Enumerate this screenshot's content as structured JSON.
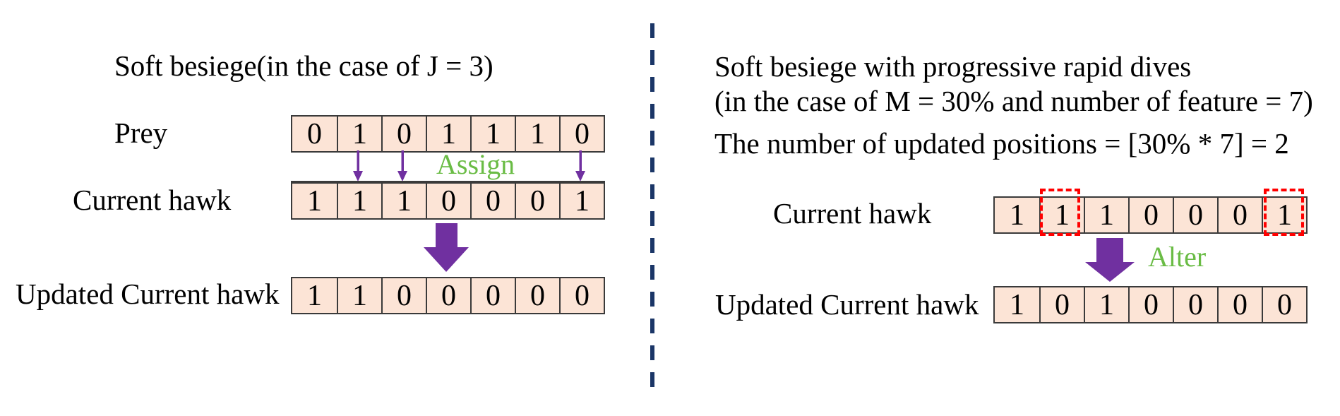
{
  "colors": {
    "cell_fill": "#fce4d6",
    "cell_border": "#3a3a3a",
    "arrow_purple": "#7030a0",
    "operation_green": "#6abc45",
    "highlight_red": "#ff0000",
    "divider_navy": "#1b3667"
  },
  "left_panel": {
    "title": "Soft besiege(in the case of J = 3)",
    "assign_label": "Assign",
    "assigned_positions": [
      2,
      3,
      7
    ],
    "rows": [
      {
        "label": "Prey",
        "cells": [
          "0",
          "1",
          "0",
          "1",
          "1",
          "1",
          "0"
        ]
      },
      {
        "label": "Current hawk",
        "cells": [
          "1",
          "1",
          "1",
          "0",
          "0",
          "0",
          "1"
        ]
      },
      {
        "label": "Updated Current hawk",
        "cells": [
          "1",
          "1",
          "0",
          "0",
          "0",
          "0",
          "0"
        ]
      }
    ]
  },
  "right_panel": {
    "title_line1": "Soft besiege with progressive rapid dives",
    "title_line2": "(in the case of M = 30% and number of feature = 7)",
    "subtitle": "The number of updated positions = [30% * 7] = 2",
    "alter_label": "Alter",
    "highlighted_positions": [
      2,
      7
    ],
    "rows": [
      {
        "label": "Current hawk",
        "cells": [
          "1",
          "1",
          "1",
          "0",
          "0",
          "0",
          "1"
        ]
      },
      {
        "label": "Updated Current hawk",
        "cells": [
          "1",
          "0",
          "1",
          "0",
          "0",
          "0",
          "0"
        ]
      }
    ]
  }
}
